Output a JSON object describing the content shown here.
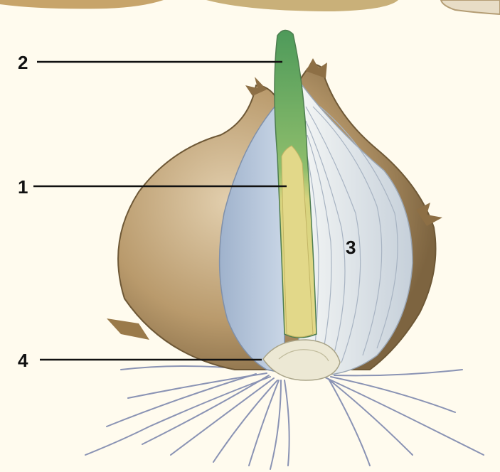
{
  "labels": {
    "label_1": "1",
    "label_2": "2",
    "label_3": "3",
    "label_4": "4"
  },
  "colors": {
    "background": "#fffbee",
    "skin_outer": "#a88b5e",
    "skin_light": "#d9c4a0",
    "scale_blue": "#b8c8dc",
    "scale_white": "#e4ecf2",
    "bud_green": "#5fa067",
    "bud_yellow": "#d9d27c",
    "roots": "#8a93b4",
    "leader_lines": "#111111"
  }
}
